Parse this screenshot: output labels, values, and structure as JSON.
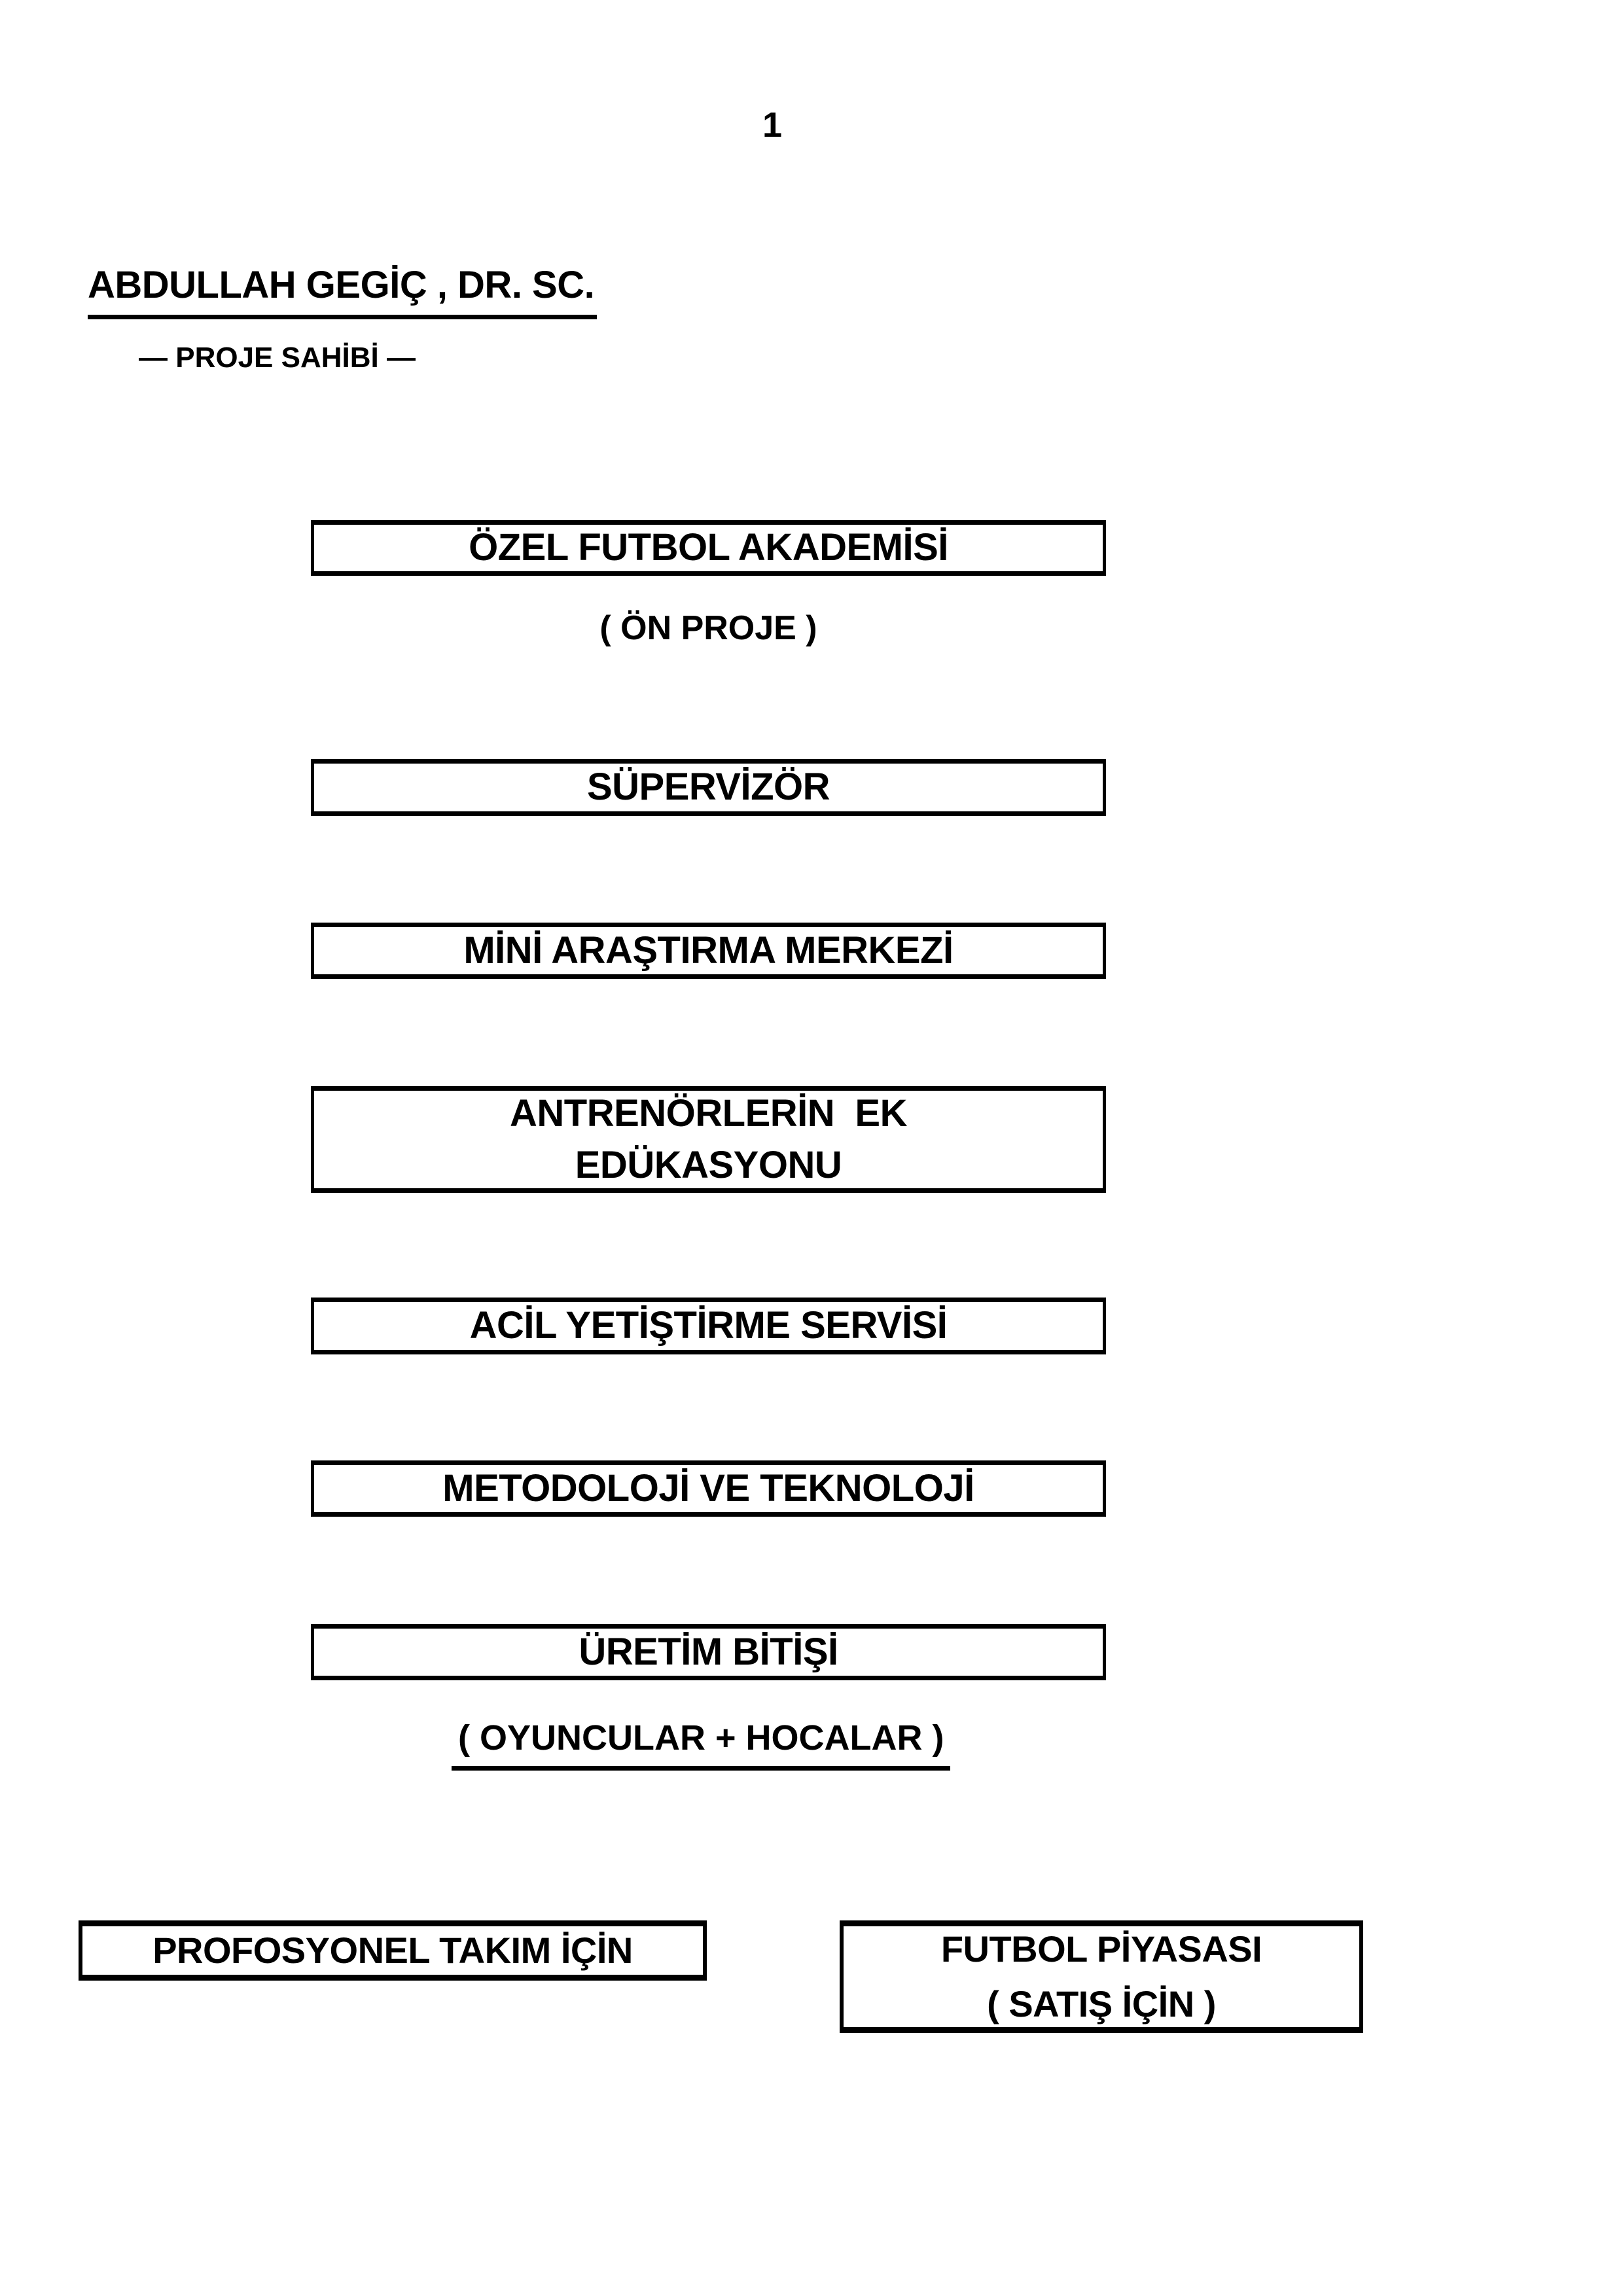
{
  "page": {
    "number": "1"
  },
  "colors": {
    "background": "#ffffff",
    "ink": "#000000"
  },
  "header": {
    "author": "ABDULLAH GEGİÇ , DR. SC.",
    "role": "— PROJE SAHİBİ —"
  },
  "flow": {
    "boxes": [
      {
        "label": "ÖZEL FUTBOL AKADEMİSİ"
      },
      {
        "label": "SÜPERVİZÖR"
      },
      {
        "label": "MİNİ ARAŞTIRMA MERKEZİ"
      },
      {
        "label": "ANTRENÖRLERİN  EK\nEDÜKASYONU"
      },
      {
        "label": "ACİL YETİŞTİRME SERVİSİ"
      },
      {
        "label": "METODOLOJİ VE TEKNOLOJİ"
      },
      {
        "label": "ÜRETİM BİTİŞİ"
      }
    ],
    "note_under_first_box": "( ÖN PROJE )",
    "note_under_last_box": "( OYUNCULAR + HOCALAR )"
  },
  "outputs": {
    "left_box_label": "PROFOSYONEL TAKIM İÇİN",
    "right_box_label": "FUTBOL PİYASASI\n( SATIŞ İÇİN )"
  }
}
